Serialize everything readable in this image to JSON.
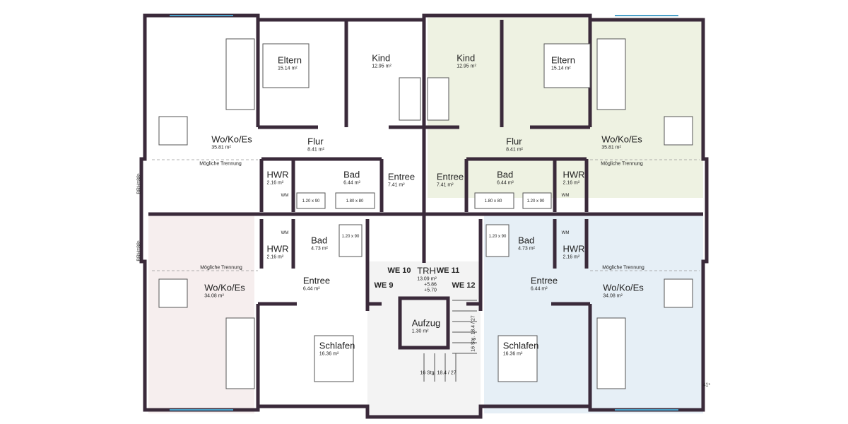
{
  "units": {
    "top_left": {
      "eltern": {
        "name": "Eltern",
        "area": "15.14 m²"
      },
      "kind": {
        "name": "Kind",
        "area": "12.95 m²"
      },
      "wohnen": {
        "name": "Wo/Ko/Es",
        "area": "35.81 m²"
      },
      "flur": {
        "name": "Flur",
        "area": "8.41 m²"
      },
      "hwr": {
        "name": "HWR",
        "area": "2.16 m²"
      },
      "bad": {
        "name": "Bad",
        "area": "6.44 m²"
      },
      "entree": {
        "name": "Entree",
        "area": "7.41 m²"
      },
      "trennung": "Mögliche Trennung",
      "wm": "WM",
      "shower": "1.20 x 90",
      "tub": "1.80 x 80"
    },
    "top_right": {
      "eltern": {
        "name": "Eltern",
        "area": "15.14 m²"
      },
      "kind": {
        "name": "Kind",
        "area": "12.95 m²"
      },
      "wohnen": {
        "name": "Wo/Ko/Es",
        "area": "35.81 m²"
      },
      "flur": {
        "name": "Flur",
        "area": "8.41 m²"
      },
      "hwr": {
        "name": "HWR",
        "area": "2.16 m²"
      },
      "bad": {
        "name": "Bad",
        "area": "6.44 m²"
      },
      "entree": {
        "name": "Entree",
        "area": "7.41 m²"
      },
      "trennung": "Mögliche Trennung",
      "wm": "WM",
      "shower": "1.20 x 90",
      "tub": "1.80 x 80"
    },
    "bottom_left": {
      "bad": {
        "name": "Bad",
        "area": "4.73 m²"
      },
      "hwr": {
        "name": "HWR",
        "area": "2.16 m²"
      },
      "entree": {
        "name": "Entree",
        "area": "6.44 m²"
      },
      "wohnen": {
        "name": "Wo/Ko/Es",
        "area": "34.08 m²"
      },
      "schlafen": {
        "name": "Schlafen",
        "area": "16.36 m²"
      },
      "trennung": "Mögliche Trennung",
      "wm": "WM",
      "shower": "1.20 x 90"
    },
    "bottom_right": {
      "bad": {
        "name": "Bad",
        "area": "4.73 m²"
      },
      "hwr": {
        "name": "HWR",
        "area": "2.16 m²"
      },
      "entree": {
        "name": "Entree",
        "area": "6.44 m²"
      },
      "wohnen": {
        "name": "Wo/Ko/Es",
        "area": "34.08 m²"
      },
      "schlafen": {
        "name": "Schlafen",
        "area": "16.36 m²"
      },
      "trennung": "Mögliche Trennung",
      "wm": "WM",
      "shower": "1.20 x 90"
    }
  },
  "core": {
    "trh": {
      "name": "TRH",
      "area": "13.09 m²"
    },
    "aufzug": {
      "name": "Aufzug",
      "area": "1.30 m²"
    },
    "we9": "WE 9",
    "we10": "WE 10",
    "we11": "WE 11",
    "we12": "WE 12",
    "level_upper": "+5.86",
    "level_lower": "+5.70",
    "stairs": "16 Stg. 18.4 / 27"
  },
  "annotations": {
    "brh": "BRH=88⁵",
    "dim": "41⁵"
  },
  "colors": {
    "wall": "#3a2a3a",
    "top_right_tint": "#eef2e2",
    "bottom_right_tint": "#e6eff6",
    "bottom_left_tint": "#f6eeee",
    "window": "#4aa0c8"
  }
}
